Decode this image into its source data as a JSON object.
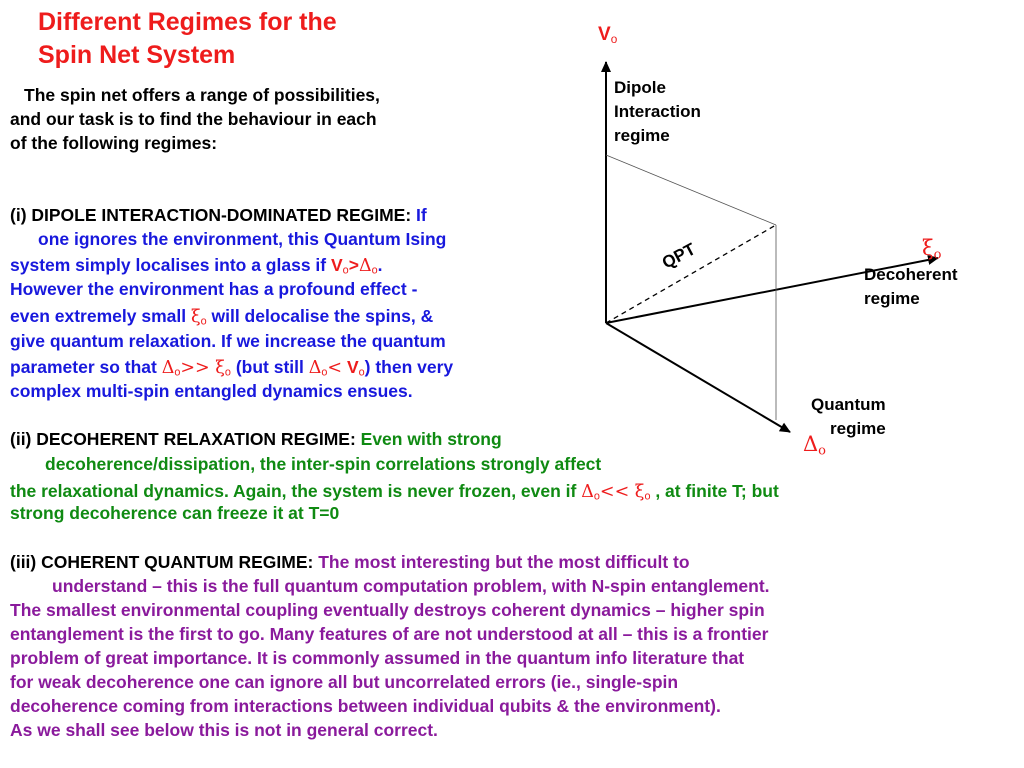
{
  "title": {
    "line1": "Different Regimes for the",
    "line2": "Spin Net System"
  },
  "intro": {
    "line1": "The spin net offers a range of possibilities,",
    "line2": "and our task is to find the behaviour in each",
    "line3": "of the following regimes:"
  },
  "regime_i": {
    "prefix": "(i)  DIPOLE INTERACTION-DOMINATED REGIME: ",
    "l1_end": "If",
    "l2": "one ignores the environment, this Quantum Ising",
    "l3_a": "system simply localises into a glass if ",
    "l3_v": "V",
    "l3_vsub": "o",
    "l3_gt": ">",
    "l3_d": "Δ",
    "l3_dsub": "o",
    "l3_end": ".",
    "l4": "However the environment has a profound effect -",
    "l5_a": "even extremely small ",
    "l5_xi": "ξ",
    "l5_xisub": "o",
    "l5_b": " will delocalise the spins, &",
    "l6": "give quantum relaxation. If we increase the quantum",
    "l7_a": "parameter so that ",
    "l7_d": "Δ",
    "l7_dsub": "o",
    "l7_gg": ">>",
    "l7_xi": " ξ",
    "l7_xisub": "o",
    "l7_b": " (but still ",
    "l7_d2": "Δ",
    "l7_d2sub": "o",
    "l7_lt": "<",
    "l7_v": " V",
    "l7_vsub": "o",
    "l7_c": ") then very",
    "l8": "complex multi-spin entangled dynamics ensues."
  },
  "regime_ii": {
    "prefix": "(ii)  DECOHERENT RELAXATION REGIME: ",
    "l1_end": "Even with strong",
    "l2": "decoherence/dissipation, the inter-spin correlations strongly affect",
    "l3_a": "the relaxational dynamics. Again, the system is never frozen, even if ",
    "l3_d": "Δ",
    "l3_dsub": "o",
    "l3_ll": "<<",
    "l3_xi": " ξ",
    "l3_xisub": "o",
    "l3_b": " , at finite T; but",
    "l4": "strong decoherence can freeze it at T=0"
  },
  "regime_iii": {
    "prefix": "(iii)  COHERENT QUANTUM REGIME: ",
    "l1_end": "The most interesting but the most difficult to",
    "l2": "understand – this is the full quantum computation problem, with N-spin entanglement.",
    "l3": "The smallest environmental coupling eventually destroys coherent dynamics – higher spin",
    "l4": "entanglement is the first to go. Many features of are not understood at all – this is a frontier",
    "l5": "problem of great importance. It is commonly assumed in the quantum info literature that",
    "l6": "for weak decoherence one can ignore all but uncorrelated errors (ie., single-spin",
    "l7": "decoherence coming from interactions between individual qubits & the environment).",
    "l8": "As we shall see below this is not in general correct."
  },
  "diagram": {
    "axis_v_symbol": "V",
    "axis_v_sub": "o",
    "axis_xi_symbol": "ξ",
    "axis_xi_sub": "o",
    "axis_delta_symbol": "Δ",
    "axis_delta_sub": "o",
    "dipole_l1": "Dipole",
    "dipole_l2": "Interaction",
    "dipole_l3": "regime",
    "decoherent_l1": "Decoherent",
    "decoherent_l2": "regime",
    "quantum_l1": "Quantum",
    "quantum_l2": "regime",
    "qpt_label": "QPT"
  },
  "colors": {
    "title": "#ee1c1c",
    "blue": "#1818dd",
    "green": "#0f8a12",
    "purple": "#8a1a9c"
  }
}
